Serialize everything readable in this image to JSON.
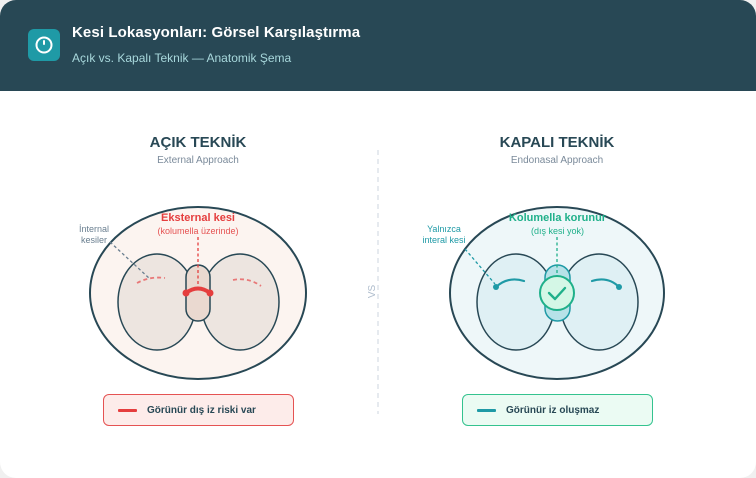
{
  "header": {
    "icon": "clock-circle-icon",
    "title": "Kesi Lokasyonları: Görsel Karşılaştırma",
    "subtitle": "Açık vs. Kapalı Teknik — Anatomik Şema"
  },
  "open": {
    "title": "AÇIK TEKNİK",
    "subtitle": "External Approach",
    "label_main": "Eksternal kesi",
    "label_main_sub": "(kolumella üzerinde)",
    "label_side_line1": "İnternal",
    "label_side_line2": "kesiler",
    "legend": "Görünür dış iz riski var",
    "colors": {
      "accent": "#e53e3e",
      "fill": "#fcf4f0",
      "nostril": "#ede5e0",
      "columella": "#ead9d0",
      "outline": "#284855"
    }
  },
  "closed": {
    "title": "KAPALI TEKNİK",
    "subtitle": "Endonasal Approach",
    "label_main": "Kolumella korunur",
    "label_main_sub": "(dış kesi yok)",
    "label_side_line1": "Yalnızca",
    "label_side_line2": "interal kesi",
    "legend": "Görünür iz oluşmaz",
    "check_icon": "check-circle-icon",
    "colors": {
      "accent": "#1f9aa6",
      "success": "#34c38f",
      "fill": "#eef7f9",
      "nostril": "#dff0f4",
      "columella": "#b7e2e8",
      "outline": "#284855"
    }
  },
  "divider": {
    "label": "VS"
  }
}
